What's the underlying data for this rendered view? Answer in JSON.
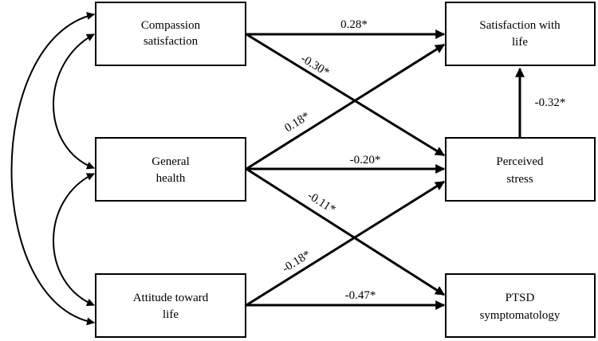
{
  "nodes": {
    "compassion": {
      "line1": "Compassion",
      "line2": "satisfaction"
    },
    "health": {
      "line1": "General",
      "line2": "health"
    },
    "attitude": {
      "line1": "Attitude toward",
      "line2": "life"
    },
    "satisfaction": {
      "line1": "Satisfaction with",
      "line2": "life"
    },
    "stress": {
      "line1": "Perceived",
      "line2": "stress"
    },
    "ptsd": {
      "line1": "PTSD",
      "line2": "symptomatology"
    }
  },
  "paths": [
    {
      "from": "Compassion satisfaction",
      "to": "Satisfaction with life",
      "coefficient": "0.28*"
    },
    {
      "from": "Compassion satisfaction",
      "to": "Perceived stress",
      "coefficient": "-0.30*"
    },
    {
      "from": "General health",
      "to": "Satisfaction with life",
      "coefficient": "0.18*"
    },
    {
      "from": "General health",
      "to": "Perceived stress",
      "coefficient": "-0.20*"
    },
    {
      "from": "General health",
      "to": "PTSD symptomatology",
      "coefficient": "-0.11*"
    },
    {
      "from": "Attitude toward life",
      "to": "Perceived stress",
      "coefficient": "-0.18*"
    },
    {
      "from": "Attitude toward life",
      "to": "PTSD symptomatology",
      "coefficient": "-0.47*"
    },
    {
      "from": "Perceived stress",
      "to": "Satisfaction with life",
      "coefficient": "-0.32*"
    }
  ]
}
